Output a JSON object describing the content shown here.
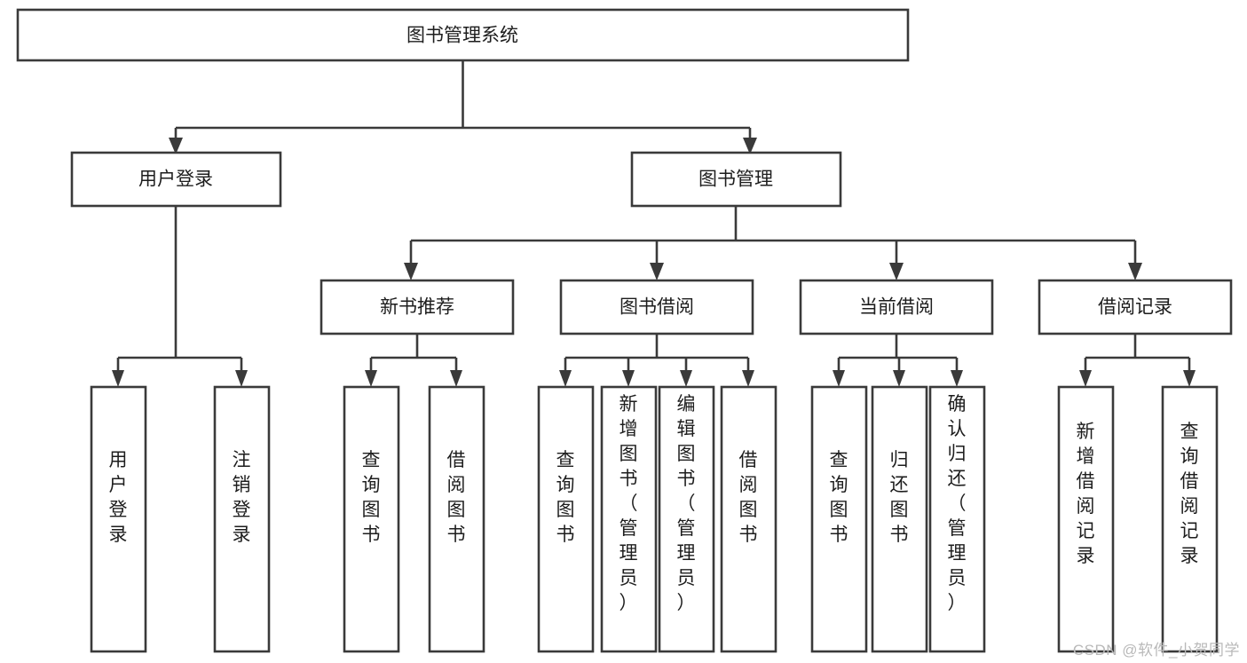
{
  "diagram": {
    "type": "tree",
    "title": "图书管理系统",
    "watermark": "CSDN @软件_小贺同学",
    "colors": {
      "box_stroke": "#3a3a3a",
      "box_fill": "#ffffff",
      "text": "#1d1d1d",
      "connector": "#3a3a3a",
      "watermark": "#b9b9b9",
      "background": "#ffffff"
    },
    "levels": [
      {
        "level": 1,
        "nodes": [
          {
            "id": "root",
            "label": "图书管理系统",
            "orientation": "horizontal"
          }
        ]
      },
      {
        "level": 2,
        "nodes": [
          {
            "id": "login",
            "label": "用户登录",
            "orientation": "horizontal",
            "parent": "root"
          },
          {
            "id": "bookmgmt",
            "label": "图书管理",
            "orientation": "horizontal",
            "parent": "root"
          }
        ]
      },
      {
        "level": 3,
        "nodes": [
          {
            "id": "newbook",
            "label": "新书推荐",
            "orientation": "horizontal",
            "parent": "bookmgmt"
          },
          {
            "id": "borrow",
            "label": "图书借阅",
            "orientation": "horizontal",
            "parent": "bookmgmt"
          },
          {
            "id": "current",
            "label": "当前借阅",
            "orientation": "horizontal",
            "parent": "bookmgmt"
          },
          {
            "id": "records",
            "label": "借阅记录",
            "orientation": "horizontal",
            "parent": "bookmgmt"
          }
        ]
      },
      {
        "level": 4,
        "nodes": [
          {
            "id": "leaf-user-login",
            "label": "用户登录",
            "orientation": "vertical",
            "parent": "login"
          },
          {
            "id": "leaf-user-logout",
            "label": "注销登录",
            "orientation": "vertical",
            "parent": "login"
          },
          {
            "id": "leaf-new-query",
            "label": "查询图书",
            "orientation": "vertical",
            "parent": "newbook"
          },
          {
            "id": "leaf-new-borrow",
            "label": "借阅图书",
            "orientation": "vertical",
            "parent": "newbook"
          },
          {
            "id": "leaf-borrow-query",
            "label": "查询图书",
            "orientation": "vertical",
            "parent": "borrow"
          },
          {
            "id": "leaf-borrow-add",
            "label": "新增图书（管理员）",
            "orientation": "vertical",
            "parent": "borrow"
          },
          {
            "id": "leaf-borrow-edit",
            "label": "编辑图书（管理员）",
            "orientation": "vertical",
            "parent": "borrow"
          },
          {
            "id": "leaf-borrow-take",
            "label": "借阅图书",
            "orientation": "vertical",
            "parent": "borrow"
          },
          {
            "id": "leaf-current-query",
            "label": "查询图书",
            "orientation": "vertical",
            "parent": "current"
          },
          {
            "id": "leaf-current-return",
            "label": "归还图书",
            "orientation": "vertical",
            "parent": "current"
          },
          {
            "id": "leaf-current-confirm",
            "label": "确认归还（管理员）",
            "orientation": "vertical",
            "parent": "current"
          },
          {
            "id": "leaf-record-add",
            "label": "新增借阅记录",
            "orientation": "vertical",
            "parent": "records"
          },
          {
            "id": "leaf-record-query",
            "label": "查询借阅记录",
            "orientation": "vertical",
            "parent": "records"
          }
        ]
      }
    ]
  }
}
